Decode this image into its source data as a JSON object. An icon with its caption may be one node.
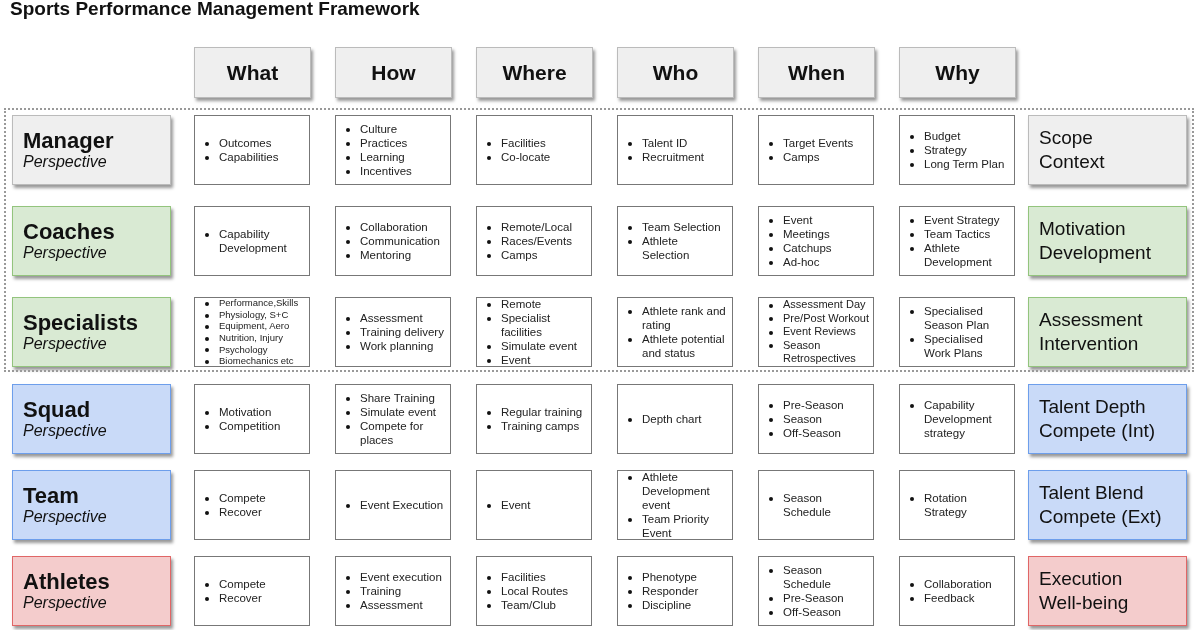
{
  "diagram": {
    "title": "Sports Performance Management Framework",
    "nodes": [
      {
        "text": [
          "What"
        ]
      },
      {
        "text": [
          "How"
        ]
      },
      {
        "text": [
          "Where"
        ]
      },
      {
        "text": [
          "Who"
        ]
      },
      {
        "text": [
          "When"
        ]
      },
      {
        "text": [
          "Why"
        ]
      },
      {
        "text": [
          "Manager",
          "Perspective"
        ]
      },
      {
        "text": [
          "Outcomes",
          "Capabilities"
        ]
      },
      {
        "text": [
          "Culture",
          "Practices",
          "Learning",
          "Incentives"
        ]
      },
      {
        "text": [
          "Facilities",
          "Co-locate"
        ]
      },
      {
        "text": [
          "Talent ID",
          "Recruitment"
        ]
      },
      {
        "text": [
          "Target Events",
          "Camps"
        ]
      },
      {
        "text": [
          "Budget",
          "Strategy",
          "Long Term Plan"
        ]
      },
      {
        "text": [
          "Scope",
          "Context"
        ]
      },
      {
        "text": [
          "Coaches",
          "Perspective"
        ]
      },
      {
        "text": [
          "Capability Development"
        ]
      },
      {
        "text": [
          "Collaboration",
          "Communication",
          "Mentoring"
        ]
      },
      {
        "text": [
          "Remote/Local",
          "Races/Events",
          "Camps"
        ]
      },
      {
        "text": [
          "Team Selection",
          "Athlete Selection"
        ]
      },
      {
        "text": [
          "Event",
          "Meetings",
          "Catchups",
          "Ad-hoc"
        ]
      },
      {
        "text": [
          "Event Strategy",
          "Team Tactics",
          "Athlete Development"
        ]
      },
      {
        "text": [
          "Motivation",
          "Development"
        ]
      },
      {
        "text": [
          "Specialists",
          "Perspective"
        ]
      },
      {
        "text": [
          "Performance,Skills",
          "Physiology, S+C",
          "Equipment, Aero",
          "Nutrition, Injury",
          "Psychology",
          "Biomechanics etc"
        ]
      },
      {
        "text": [
          "Assessment",
          "Training delivery",
          "Work planning"
        ]
      },
      {
        "text": [
          "Remote",
          "Specialist facilities",
          "Simulate event",
          "Event"
        ]
      },
      {
        "text": [
          "Athlete rank and rating",
          "Athlete potential and status"
        ]
      },
      {
        "text": [
          "Assessment Day",
          "Pre/Post Workout",
          "Event Reviews",
          "Season Retrospectives"
        ]
      },
      {
        "text": [
          "Specialised Season Plan",
          "Specialised Work Plans"
        ]
      },
      {
        "text": [
          "Assessment",
          "Intervention"
        ]
      },
      {
        "text": [
          "Squad",
          "Perspective"
        ]
      },
      {
        "text": [
          "Motivation",
          "Competition"
        ]
      },
      {
        "text": [
          "Share Training",
          "Simulate event",
          "Compete for places"
        ]
      },
      {
        "text": [
          "Regular training",
          "Training camps"
        ]
      },
      {
        "text": [
          "Depth chart"
        ]
      },
      {
        "text": [
          "Pre-Season",
          "Season",
          "Off-Season"
        ]
      },
      {
        "text": [
          "Capability Development strategy"
        ]
      },
      {
        "text": [
          "Talent Depth",
          "Compete (Int)"
        ]
      },
      {
        "text": [
          "Team",
          "Perspective"
        ]
      },
      {
        "text": [
          "Compete",
          "Recover"
        ]
      },
      {
        "text": [
          "Event Execution"
        ]
      },
      {
        "text": [
          "Event"
        ]
      },
      {
        "text": [
          "Athlete Development event",
          "Team Priority Event"
        ]
      },
      {
        "text": [
          "Season Schedule"
        ]
      },
      {
        "text": [
          "Rotation Strategy"
        ]
      },
      {
        "text": [
          "Talent Blend",
          "Compete (Ext)"
        ]
      },
      {
        "text": [
          "Athletes",
          "Perspective"
        ]
      },
      {
        "text": [
          "Compete",
          "Recover"
        ]
      },
      {
        "text": [
          "Event execution",
          "Training",
          "Assessment"
        ]
      },
      {
        "text": [
          "Facilities",
          "Local Routes",
          "Team/Club"
        ]
      },
      {
        "text": [
          "Phenotype",
          "Responder",
          "Discipline"
        ]
      },
      {
        "text": [
          "Season Schedule",
          "Pre-Season",
          "Off-Season"
        ]
      },
      {
        "text": [
          "Collaboration",
          "Feedback"
        ]
      },
      {
        "text": [
          "Execution",
          "Well-being"
        ]
      }
    ]
  }
}
